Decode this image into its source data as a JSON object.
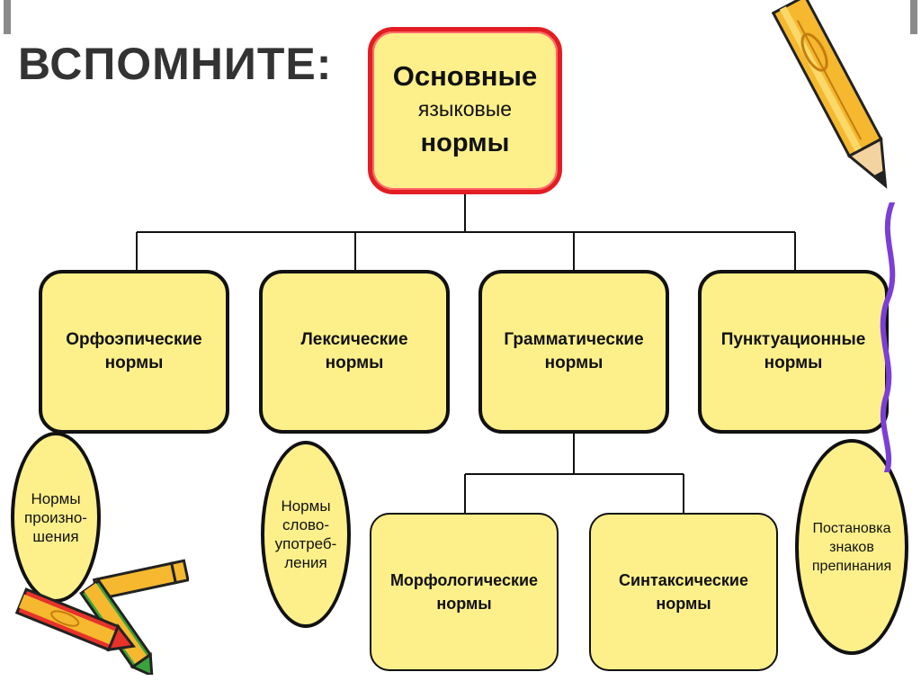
{
  "slide": {
    "title": "ВСПОМНИТЕ:"
  },
  "root": {
    "lines": [
      "Основные",
      "языковые",
      "нормы"
    ]
  },
  "categories": [
    {
      "lines": [
        "Орфоэпические",
        "нормы"
      ]
    },
    {
      "lines": [
        "Лексические",
        "нормы"
      ]
    },
    {
      "lines": [
        "Грамматические",
        "нормы"
      ]
    },
    {
      "lines": [
        "Пунктуационные",
        "нормы"
      ]
    }
  ],
  "grammar_subtypes": [
    {
      "lines": [
        "Морфологические",
        "нормы"
      ]
    },
    {
      "lines": [
        "Синтаксические",
        "нормы"
      ]
    }
  ],
  "examples": [
    {
      "lines": [
        "Нормы",
        "произно-",
        "шения"
      ]
    },
    {
      "lines": [
        "Нормы",
        "слово-",
        "употреб-",
        "ления"
      ]
    },
    {
      "lines": [
        "Постановка",
        "знаков",
        "препинания"
      ]
    }
  ],
  "colors": {
    "box_fill": "#fdf08a",
    "box_border": "#111111",
    "root_border": "#e21d23",
    "connector": "#111111",
    "pencil_body": "#f5b82e",
    "crayon_red": "#e8322a",
    "crayon_green": "#3aa23a",
    "ribbon": "#7b3fd6"
  },
  "icons": [
    "pencil-icon",
    "crayons-icon",
    "ribbon-decoration"
  ]
}
